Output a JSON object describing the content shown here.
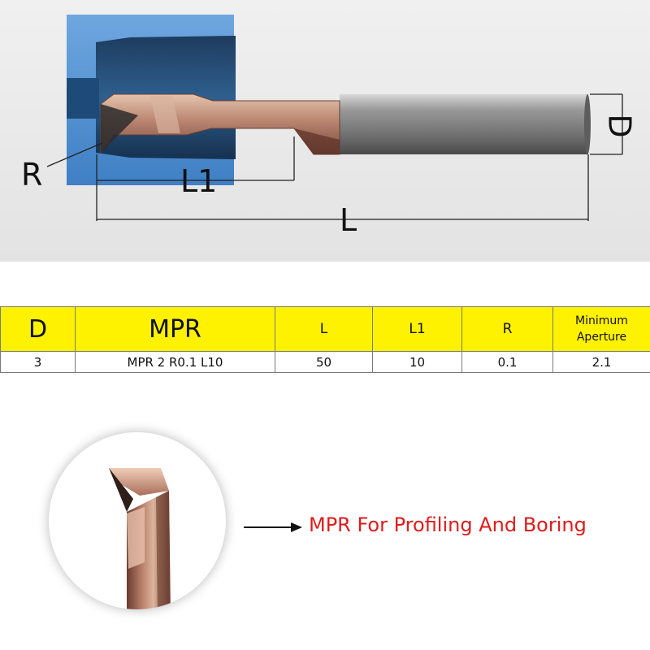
{
  "diagram": {
    "labels": {
      "R": "R",
      "L1": "L1",
      "L": "L",
      "D": "D"
    },
    "colors": {
      "workpiece": "#4a8fd6",
      "insert": "#b88670",
      "shank": "#8a8a8a",
      "background": "#e8e8e8"
    }
  },
  "table": {
    "headers": {
      "d": "D",
      "mpr": "MPR",
      "l": "L",
      "l1": "L1",
      "r": "R",
      "min_aperture_1": "Minimum",
      "min_aperture_2": "Aperture"
    },
    "row": {
      "d": "3",
      "mpr": "MPR 2 R0.1 L10",
      "l": "50",
      "l1": "10",
      "r": "0.1",
      "min_aperture": "2.1"
    },
    "header_color": "#fff200"
  },
  "caption": {
    "text": "MPR For Profiling And Boring",
    "color": "#e01b1b"
  },
  "icons": [
    "arrow-right-icon"
  ]
}
